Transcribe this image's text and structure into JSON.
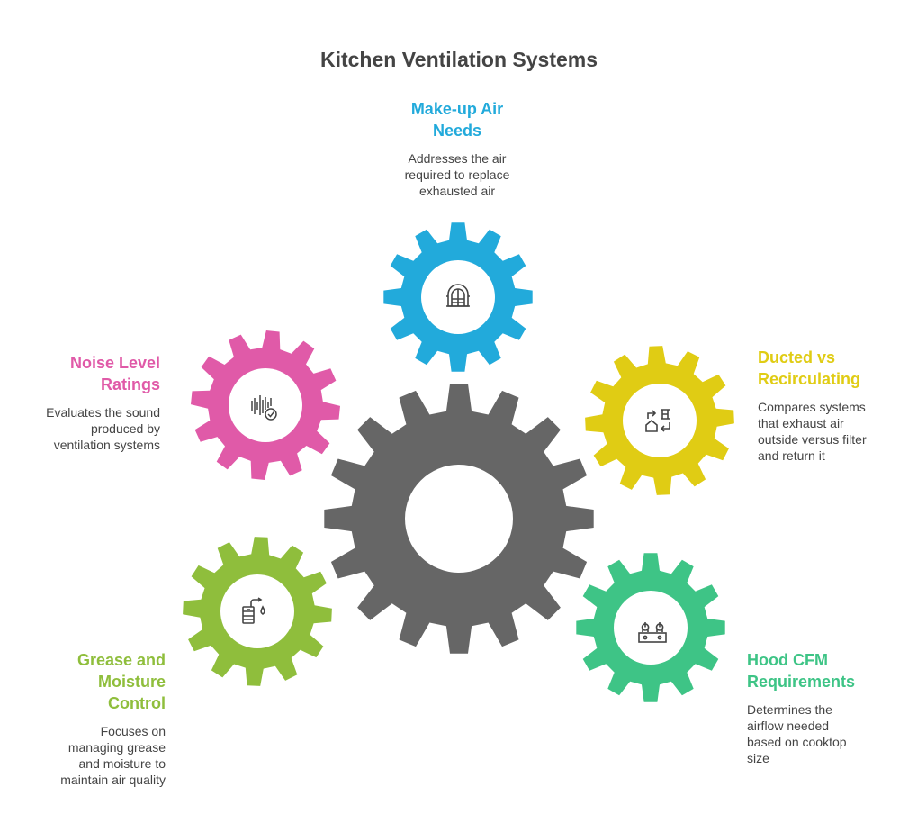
{
  "title": "Kitchen Ventilation Systems",
  "center_gear": {
    "color": "#666666"
  },
  "nodes": [
    {
      "id": "makeup-air",
      "heading": "Make-up Air Needs",
      "heading_lines": [
        "Make-up Air",
        "Needs"
      ],
      "description_lines": [
        "Addresses the air",
        "required to replace",
        "exhausted air"
      ],
      "color": "#22aadb",
      "icon": "arched-window-icon"
    },
    {
      "id": "noise-level",
      "heading": "Noise Level Ratings",
      "heading_lines": [
        "Noise Level",
        "Ratings"
      ],
      "description_lines": [
        "Evaluates the sound",
        "produced by",
        "ventilation systems"
      ],
      "color": "#e05aa8",
      "icon": "sound-check-icon"
    },
    {
      "id": "ducted-vs-recirculating",
      "heading": "Ducted vs Recirculating",
      "heading_lines": [
        "Ducted vs",
        "Recirculating"
      ],
      "description_lines": [
        "Compares systems",
        "that exhaust air",
        "outside versus filter",
        "and return it"
      ],
      "color": "#e0cc14",
      "icon": "airflow-return-icon"
    },
    {
      "id": "grease-moisture",
      "heading": "Grease and Moisture Control",
      "heading_lines": [
        "Grease and",
        "Moisture",
        "Control"
      ],
      "description_lines": [
        "Focuses on",
        "managing grease",
        "and moisture to",
        "maintain air quality"
      ],
      "color": "#8fbe3c",
      "icon": "filter-drop-icon"
    },
    {
      "id": "hood-cfm",
      "heading": "Hood CFM Requirements",
      "heading_lines": [
        "Hood CFM",
        "Requirements"
      ],
      "description_lines": [
        "Determines the",
        "airflow needed",
        "based on cooktop",
        "size"
      ],
      "color": "#3ec486",
      "icon": "cooktop-icon"
    }
  ]
}
